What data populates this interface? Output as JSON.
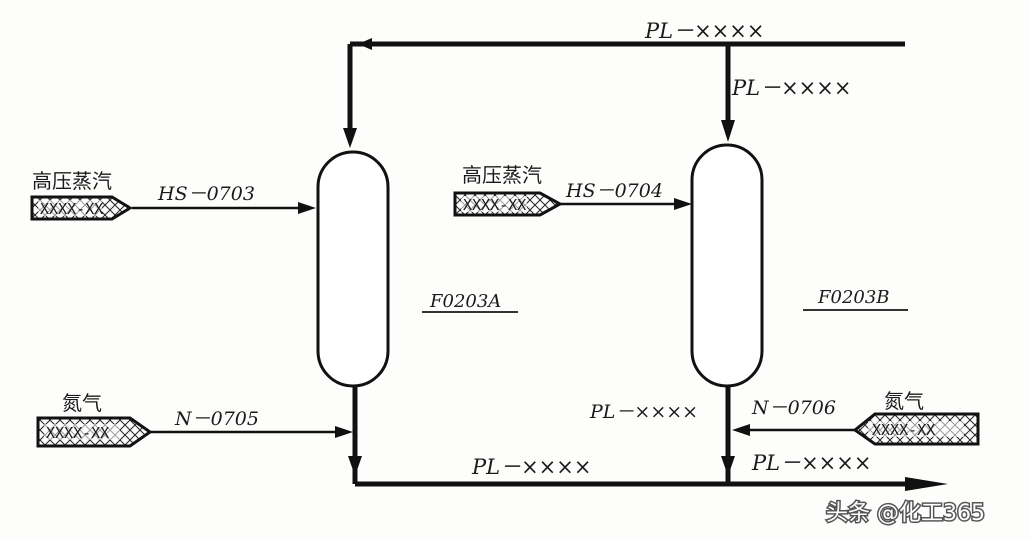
{
  "lines": {
    "top_main": "PL－××××",
    "top_branch": "PL－××××",
    "bottom_main": "PL－××××",
    "bottom_right": "PL－××××",
    "vessel_b_outlet": "PL－××××"
  },
  "steam": {
    "left_source": "高压蒸汽",
    "left_line": "HS－0703",
    "left_box": "XXXX-XX",
    "right_source": "高压蒸汽",
    "right_line": "HS－0704",
    "right_box": "XXXX-XX"
  },
  "nitrogen": {
    "left_source": "氮气",
    "left_line": "N－0705",
    "left_box": "XXXX-XX",
    "right_source": "氮气",
    "right_line": "N－0706",
    "right_box": "XXXX-XX"
  },
  "vessels": {
    "a_tag": "F0203A",
    "b_tag": "F0203B"
  },
  "watermark": "头条 @化工365"
}
